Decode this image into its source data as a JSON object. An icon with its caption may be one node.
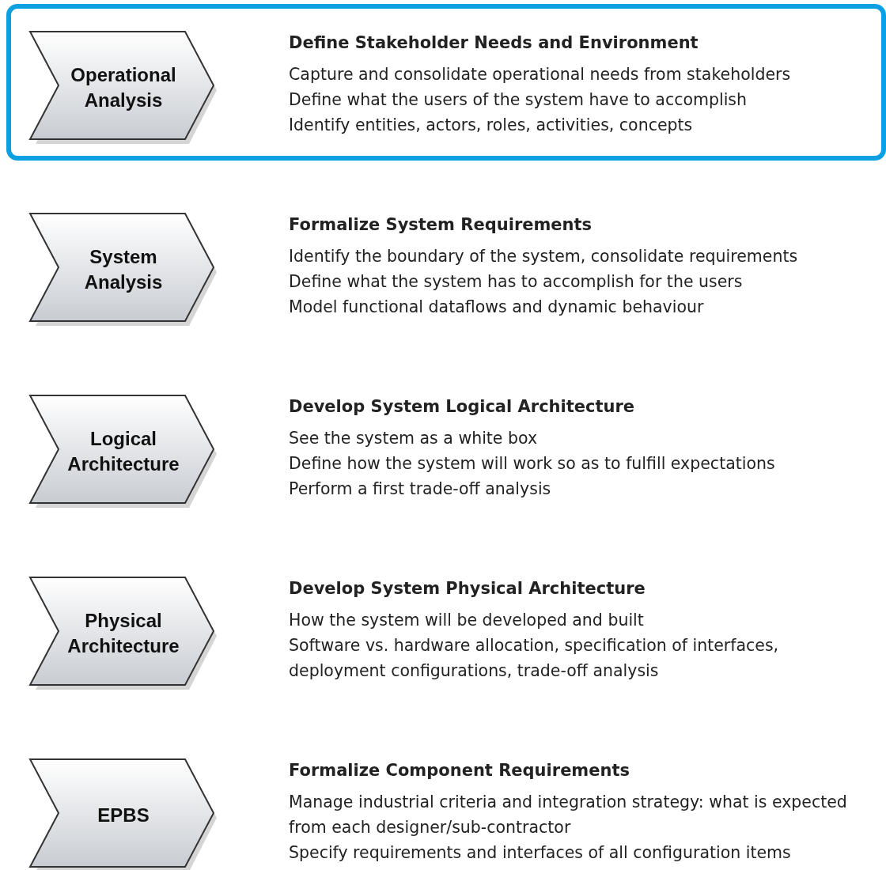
{
  "diagram": {
    "nodes": [
      {
        "text": [],
        "shape": "box"
      },
      {
        "text": [
          "Operational Analysis"
        ],
        "in": 0,
        "beside": [
          "Define Stakeholder Needs and Environment",
          "Capture and consolidate operational needs from stakeholders",
          "Define what the users of the system have to accomplish",
          "Identify entities, actors, roles, activities, concepts"
        ]
      },
      {
        "text": [
          "System Analysis"
        ],
        "beside": [
          "Formalize System Requirements",
          "Identify the boundary of the system, consolidate requirements",
          "Define what the system has to accomplish for the users",
          "Model functional dataflows and dynamic behaviour"
        ]
      },
      {
        "text": [
          "Logical Architecture"
        ],
        "beside": [
          "Develop System Logical Architecture",
          "See the system as a white box",
          "Define how the system will work so as to fulfill expectations",
          "Perform a first trade-off analysis"
        ]
      },
      {
        "text": [
          "Physical Architecture"
        ],
        "beside": [
          "Develop System Physical Architecture",
          "How the system will be developed and built",
          "Software vs. hardware allocation, specification of interfaces, deployment configurations, trade-off analysis"
        ]
      },
      {
        "text": [
          "EPBS"
        ],
        "beside": [
          "Formalize Component Requirements",
          "Manage industrial criteria and integration strategy: what is expected from each designer/sub-contractor",
          "Specify requirements and interfaces of all configuration items"
        ]
      }
    ],
    "edges": []
  }
}
